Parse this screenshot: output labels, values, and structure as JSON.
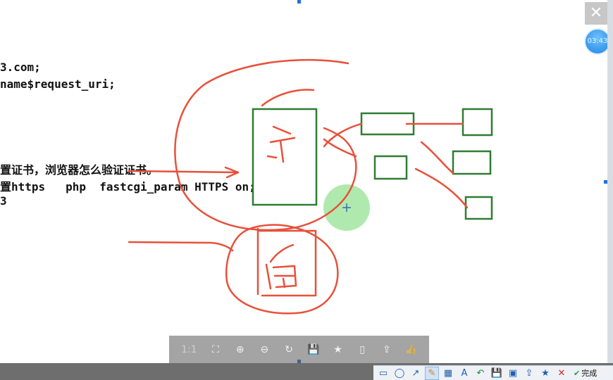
{
  "code_lines": [
    "3.com;",
    "name$request_uri;",
    "置证书，浏览器怎么验证证书。",
    "置https   php  fastcgi_param HTTPS on;",
    "3"
  ],
  "close_button": {
    "label": "✕"
  },
  "timer": {
    "text": "03:43"
  },
  "viewer_toolbar": {
    "actual_size_label": "1:1",
    "buttons": [
      {
        "name": "fit-screen-icon",
        "glyph": "⛶"
      },
      {
        "name": "zoom-in-icon",
        "glyph": "⊕"
      },
      {
        "name": "zoom-out-icon",
        "glyph": "⊖"
      },
      {
        "name": "rotate-icon",
        "glyph": "↻"
      },
      {
        "name": "save-icon",
        "glyph": "💾"
      },
      {
        "name": "bookmark-icon",
        "glyph": "★"
      },
      {
        "name": "phone-icon",
        "glyph": "▯"
      },
      {
        "name": "share-icon",
        "glyph": "⇪"
      },
      {
        "name": "like-icon",
        "glyph": "👍"
      }
    ]
  },
  "annotation_toolbar": {
    "tools": [
      {
        "name": "rectangle-tool-icon",
        "glyph": "▭",
        "color": "#1e5fae"
      },
      {
        "name": "ellipse-tool-icon",
        "glyph": "◯",
        "color": "#1e5fae"
      },
      {
        "name": "arrow-tool-icon",
        "glyph": "↗",
        "color": "#1e5fae"
      },
      {
        "name": "pen-tool-icon",
        "glyph": "✎",
        "color": "#e07a1f",
        "active": true
      },
      {
        "name": "mosaic-tool-icon",
        "glyph": "▦",
        "color": "#1e5fae"
      },
      {
        "name": "text-tool-icon",
        "glyph": "A",
        "color": "#1e5fae"
      },
      {
        "name": "undo-icon",
        "glyph": "↶",
        "color": "#1f8a3a"
      },
      {
        "name": "save-icon",
        "glyph": "💾",
        "color": "#1e5fae"
      },
      {
        "name": "copy-icon",
        "glyph": "▣",
        "color": "#1e5fae"
      },
      {
        "name": "share-icon",
        "glyph": "⇪",
        "color": "#1e5fae"
      },
      {
        "name": "pin-icon",
        "glyph": "★",
        "color": "#1e5fae"
      },
      {
        "name": "cancel-icon",
        "glyph": "✕",
        "color": "#d62b2b"
      }
    ],
    "done_label": "完成",
    "done_icon_color": "#2b9a3a"
  },
  "colors": {
    "ink_red": "#e8503a",
    "box_green": "#2e7d32",
    "highlight_green": "#8ee08a"
  }
}
